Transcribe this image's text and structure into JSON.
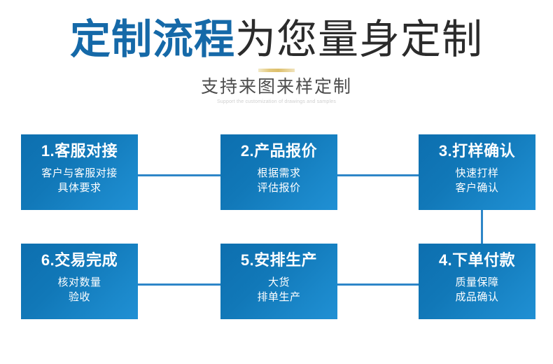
{
  "header": {
    "headline_accent": "定制流程",
    "headline_rest": "为您量身定制",
    "subtitle": "支持来图来样定制",
    "subtitle_en": "Support the customization of drawings and samples"
  },
  "colors": {
    "accent_blue": "#1569a8",
    "headline_dark": "#2b2b2b",
    "box_gradient_start": "#0d6faf",
    "box_gradient_end": "#2090d4",
    "connector": "#2e86c8",
    "gold_divider": "#ddbf6b",
    "subtitle_gray": "#4d4d4d",
    "subtitle_en_gray": "#cfcfcf"
  },
  "steps": [
    {
      "id": "step-1",
      "title": "1.客服对接",
      "lines": [
        "客户与客服对接",
        "具体要求"
      ]
    },
    {
      "id": "step-2",
      "title": "2.产品报价",
      "lines": [
        "根据需求",
        "评估报价"
      ]
    },
    {
      "id": "step-3",
      "title": "3.打样确认",
      "lines": [
        "快速打样",
        "客户确认"
      ]
    },
    {
      "id": "step-4",
      "title": "4.下单付款",
      "lines": [
        "质量保障",
        "成品确认"
      ]
    },
    {
      "id": "step-5",
      "title": "5.安排生产",
      "lines": [
        "大货",
        "排单生产"
      ]
    },
    {
      "id": "step-6",
      "title": "6.交易完成",
      "lines": [
        "核对数量",
        "验收"
      ]
    }
  ]
}
